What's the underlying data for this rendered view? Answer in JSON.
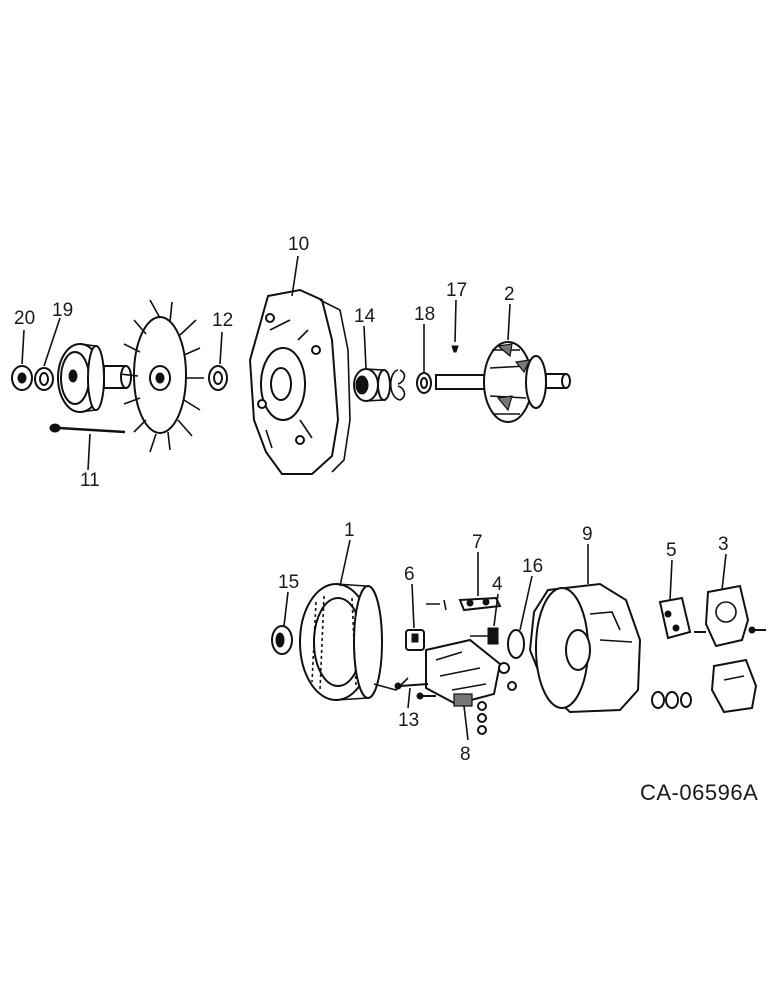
{
  "drawing_ref": "CA-06596A",
  "callouts": [
    "1",
    "2",
    "3",
    "4",
    "5",
    "6",
    "7",
    "8",
    "9",
    "10",
    "11",
    "12",
    "13",
    "14",
    "15",
    "16",
    "17",
    "18",
    "19",
    "20"
  ]
}
